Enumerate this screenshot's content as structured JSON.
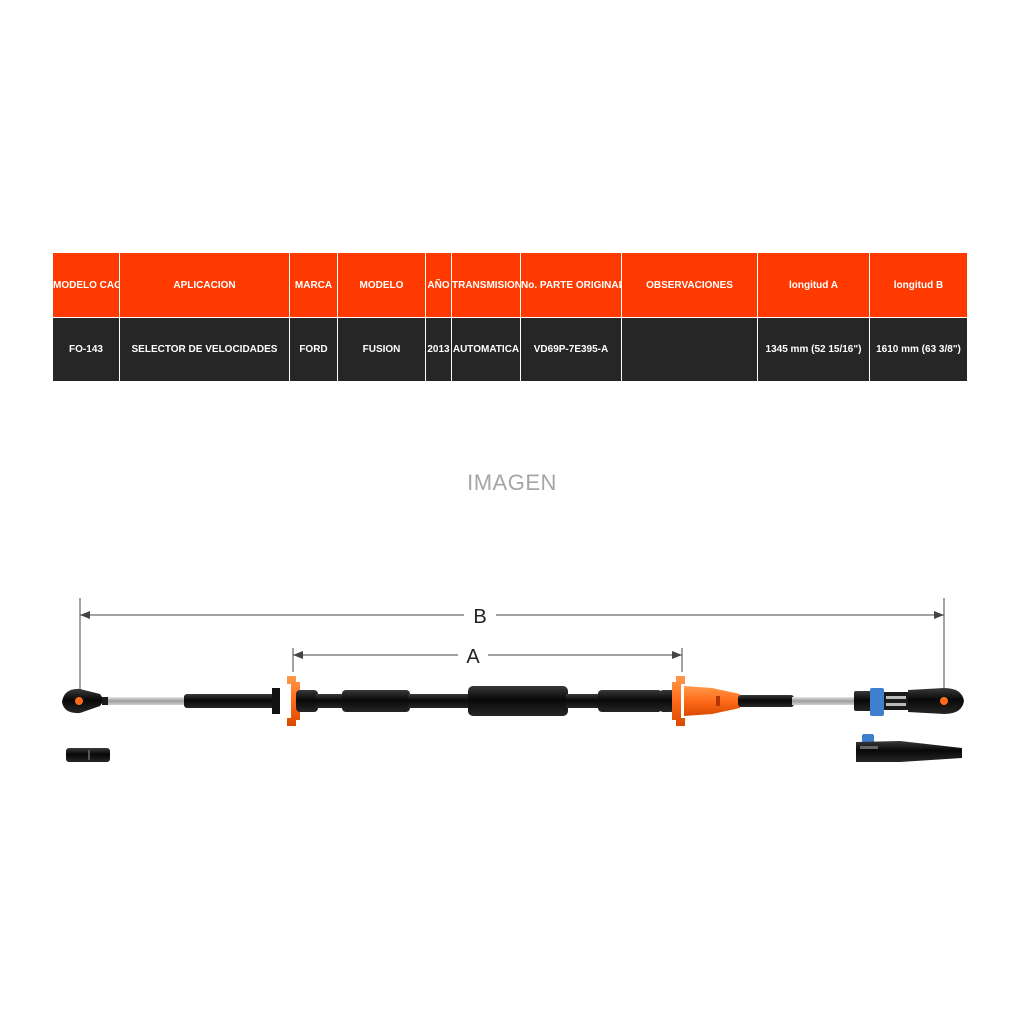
{
  "table": {
    "headers": [
      "MODELO CAG",
      "APLICACION",
      "MARCA",
      "MODELO",
      "AÑO",
      "TRANSMISION",
      "No. PARTE ORIGINAL",
      "OBSERVACIONES",
      "longitud A",
      "longitud B"
    ],
    "row": [
      "FO-143",
      "SELECTOR DE VELOCIDADES",
      "FORD",
      "FUSION",
      "2013",
      "AUTOMATICA",
      "VD69P-7E395-A",
      "",
      "1345 mm (52 15/16\")",
      "1610 mm (63 3/8\")"
    ]
  },
  "image_label": "IMAGEN",
  "diagram": {
    "dimension_b": "B",
    "dimension_a": "A"
  },
  "colors": {
    "header_bg": "#ff3a00",
    "row_bg": "#262626",
    "accent_orange": "#ff6a1a",
    "clip_blue": "#3f7fd0"
  }
}
